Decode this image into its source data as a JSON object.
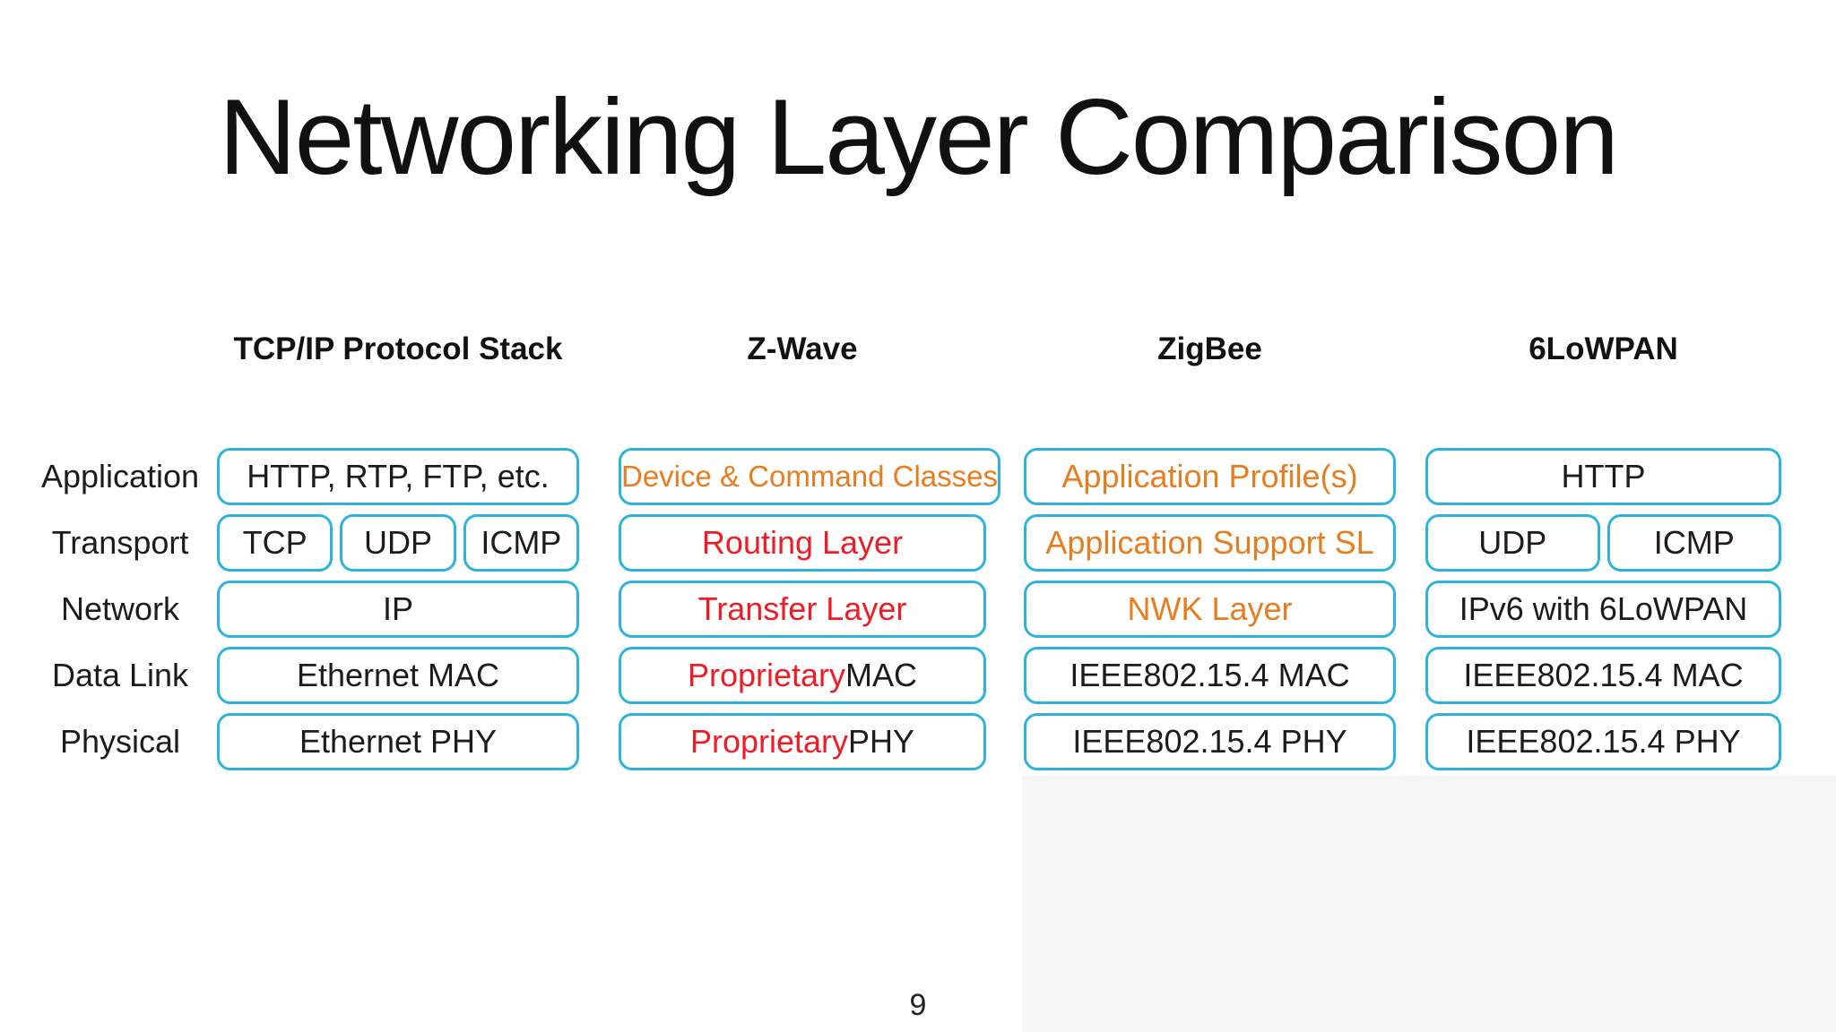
{
  "slide": {
    "title": "Networking Layer Comparison",
    "page_number": "9"
  },
  "colors": {
    "background": "#ffffff",
    "box_border": "#2eb3dc",
    "text_black": "#1c1c1c",
    "text_red": "#ee1c25",
    "text_orange": "#e87d1f",
    "lower_right_shade": "#f6f6f7"
  },
  "table": {
    "row_labels": [
      "Application",
      "Transport",
      "Network",
      "Data Link",
      "Physical"
    ],
    "columns": [
      {
        "header": "TCP/IP Protocol Stack",
        "rows": [
          {
            "boxes": [
              {
                "parts": [
                  {
                    "text": "HTTP, RTP, FTP, etc.",
                    "color": "black"
                  }
                ]
              }
            ]
          },
          {
            "boxes": [
              {
                "parts": [
                  {
                    "text": "TCP",
                    "color": "black"
                  }
                ]
              },
              {
                "parts": [
                  {
                    "text": "UDP",
                    "color": "black"
                  }
                ]
              },
              {
                "parts": [
                  {
                    "text": "ICMP",
                    "color": "black"
                  }
                ]
              }
            ]
          },
          {
            "boxes": [
              {
                "parts": [
                  {
                    "text": "IP",
                    "color": "black"
                  }
                ]
              }
            ]
          },
          {
            "boxes": [
              {
                "parts": [
                  {
                    "text": "Ethernet MAC",
                    "color": "black"
                  }
                ]
              }
            ]
          },
          {
            "boxes": [
              {
                "parts": [
                  {
                    "text": "Ethernet PHY",
                    "color": "black"
                  }
                ]
              }
            ]
          }
        ]
      },
      {
        "header": "Z-Wave",
        "rows": [
          {
            "boxes": [
              {
                "parts": [
                  {
                    "text": "Device & Command Classes",
                    "color": "orange"
                  }
                ]
              }
            ]
          },
          {
            "boxes": [
              {
                "parts": [
                  {
                    "text": "Routing Layer",
                    "color": "red"
                  }
                ]
              }
            ]
          },
          {
            "boxes": [
              {
                "parts": [
                  {
                    "text": "Transfer Layer",
                    "color": "red"
                  }
                ]
              }
            ]
          },
          {
            "boxes": [
              {
                "parts": [
                  {
                    "text": "Proprietary ",
                    "color": "red"
                  },
                  {
                    "text": "MAC",
                    "color": "black"
                  }
                ]
              }
            ]
          },
          {
            "boxes": [
              {
                "parts": [
                  {
                    "text": "Proprietary ",
                    "color": "red"
                  },
                  {
                    "text": "PHY",
                    "color": "black"
                  }
                ]
              }
            ]
          }
        ]
      },
      {
        "header": "ZigBee",
        "rows": [
          {
            "boxes": [
              {
                "parts": [
                  {
                    "text": "Application Profile(s)",
                    "color": "orange"
                  }
                ]
              }
            ]
          },
          {
            "boxes": [
              {
                "parts": [
                  {
                    "text": "Application Support SL",
                    "color": "orange"
                  }
                ]
              }
            ]
          },
          {
            "boxes": [
              {
                "parts": [
                  {
                    "text": "NWK Layer",
                    "color": "orange"
                  }
                ]
              }
            ]
          },
          {
            "boxes": [
              {
                "parts": [
                  {
                    "text": "IEEE802.15.4 MAC",
                    "color": "black"
                  }
                ]
              }
            ]
          },
          {
            "boxes": [
              {
                "parts": [
                  {
                    "text": "IEEE802.15.4 PHY",
                    "color": "black"
                  }
                ]
              }
            ]
          }
        ]
      },
      {
        "header": "6LoWPAN",
        "rows": [
          {
            "boxes": [
              {
                "parts": [
                  {
                    "text": "HTTP",
                    "color": "black"
                  }
                ]
              }
            ]
          },
          {
            "boxes": [
              {
                "parts": [
                  {
                    "text": "UDP",
                    "color": "black"
                  }
                ]
              },
              {
                "parts": [
                  {
                    "text": "ICMP",
                    "color": "black"
                  }
                ]
              }
            ]
          },
          {
            "boxes": [
              {
                "parts": [
                  {
                    "text": "IPv6 with 6LoWPAN",
                    "color": "black"
                  }
                ]
              }
            ]
          },
          {
            "boxes": [
              {
                "parts": [
                  {
                    "text": "IEEE802.15.4 MAC",
                    "color": "black"
                  }
                ]
              }
            ]
          },
          {
            "boxes": [
              {
                "parts": [
                  {
                    "text": "IEEE802.15.4 PHY",
                    "color": "black"
                  }
                ]
              }
            ]
          }
        ]
      }
    ]
  }
}
